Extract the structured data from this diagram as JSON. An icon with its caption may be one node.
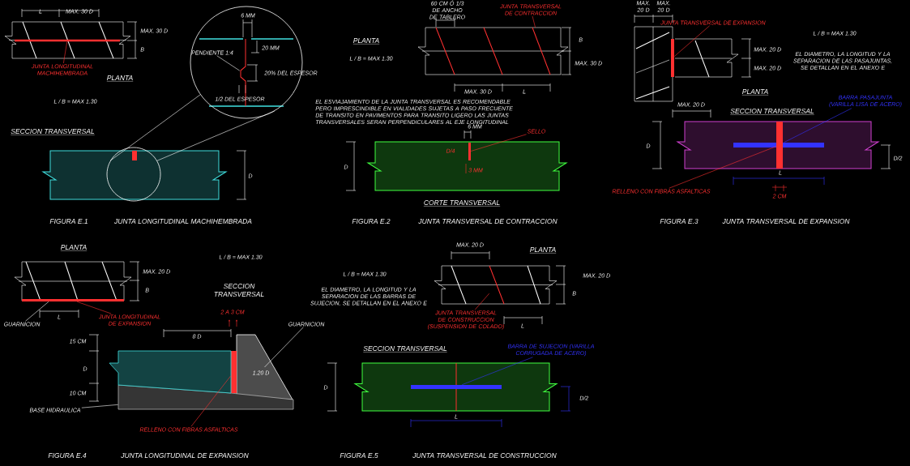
{
  "diagram": {
    "nodes": [
      {
        "text": [
          "JUNTA LONGITUDINAL MACHIHEMBRADA"
        ]
      },
      {
        "text": [
          "PENDIENTE 1:4"
        ],
        "in": 2
      },
      {
        "text": [],
        "shape": "circle"
      },
      {
        "text": [],
        "shape": "circle"
      },
      {
        "text": [
          "JUNTA TRANSVERSAL DE CONTRACCION"
        ]
      },
      {
        "text": [
          "SELLO"
        ]
      },
      {
        "text": [
          "JUNTA TRANSVERSAL DE EXPANSION"
        ]
      },
      {
        "text": [
          "BARRA PASAJUNTA (VARILLA LISA DE ACERO)"
        ]
      },
      {
        "text": [
          "RELLENO CON FIBRAS ASFALTICAS"
        ]
      },
      {
        "text": [
          "GUARNICION"
        ]
      },
      {
        "text": [
          "JUNTA LONGITUDINAL DE EXPANSION"
        ]
      },
      {
        "text": [
          "GUARNICION"
        ]
      },
      {
        "text": [
          "BASE HIDRAULICA"
        ]
      },
      {
        "text": [
          "RELLENO CON FIBRAS ASFALTICAS"
        ]
      },
      {
        "text": [
          "JUNTA TRANSVERSAL DE CONSTRUCCION (SUSPENSION DE COLADO)"
        ]
      },
      {
        "text": [
          "BARRA DE SUJECION (VARILLA CORRUGADA DE ACERO)"
        ]
      },
      {
        "text": [],
        "shape": "bar"
      },
      {
        "text": [],
        "shape": "bar",
        "in": 2
      },
      {
        "text": [],
        "shape": "bar"
      },
      {
        "text": [],
        "shape": "bar"
      },
      {
        "text": [],
        "shape": "bar"
      },
      {
        "text": [],
        "shape": "bar"
      },
      {
        "text": [],
        "shape": "bar"
      },
      {
        "text": [],
        "shape": "box"
      },
      {
        "text": [],
        "shape": "bar",
        "in": 23
      },
      {
        "text": [],
        "shape": "box"
      },
      {
        "text": [],
        "shape": "box"
      },
      {
        "text": [],
        "shape": "bar"
      },
      {
        "text": [],
        "shape": "bar"
      },
      {
        "text": [],
        "shape": "bar"
      },
      {
        "text": [],
        "shape": "box"
      }
    ],
    "edges": [
      {
        "from": 0,
        "to": 16,
        "arrow": "none"
      },
      {
        "from": 1,
        "to": 17,
        "arrow": "none",
        "color": "#ffffff"
      },
      {
        "from": 3,
        "to": 2,
        "arrow": "none",
        "color": "#ffffff"
      },
      {
        "from": 3,
        "to": 2,
        "arrow": "none",
        "color": "#ffffff"
      },
      {
        "from": 4,
        "to": 18,
        "arrow": "none"
      },
      {
        "from": 5,
        "to": 19,
        "arrow": "none"
      },
      {
        "from": 6,
        "to": 20,
        "arrow": "none"
      },
      {
        "from": 7,
        "to": 21,
        "arrow": "none",
        "color": "#3333ff"
      },
      {
        "from": 8,
        "to": 22,
        "arrow": "none"
      },
      {
        "from": 9,
        "to": 23,
        "arrow": "none",
        "color": "#ffffff"
      },
      {
        "from": 10,
        "to": 24,
        "arrow": "none"
      },
      {
        "from": 11,
        "to": 25,
        "arrow": "none",
        "color": "#ffffff"
      },
      {
        "from": 12,
        "to": 26,
        "arrow": "none",
        "color": "#ffffff"
      },
      {
        "from": 13,
        "to": 27,
        "arrow": "none"
      },
      {
        "from": 14,
        "to": 28,
        "arrow": "none"
      },
      {
        "from": 15,
        "to": 29,
        "arrow": "none",
        "color": "#3333ff"
      }
    ],
    "labels": [
      "L",
      "MAX. 30 D",
      "MAX. 30 D",
      "B",
      "6 MM",
      "20 MM",
      "20% DEL ESPESOR",
      "PLANTA",
      "1/2 DEL ESPESOR",
      "L / B = MAX 1.30",
      "SECCION TRANSVERSAL",
      "D",
      "FIGURA E.1",
      "JUNTA LONGITUDINAL MACHIHEMBRADA",
      "60 CM Ó 1/3 DE ANCHO DE TABLERO",
      "PLANTA",
      "B",
      "L / B = MAX 1.30",
      "MAX. 30 D",
      "MAX. 30 D",
      "L",
      "EL ESVIAJAMIENTO DE LA JUNTA TRANSVERSAL ES RECOMENDABLE PERO IMPRESCINDIBLE EN VIALIDADES SUJETAS A PASO FRECUENTE DE TRANSITO EN PAVIMENTOS PARA TRANSITO LIGERO LAS JUNTAS TRANSVERSALES SERAN PERPENDICULARES AL EJE LONGITUDINAL",
      "6 MM",
      "D/4",
      "D",
      "3 MM",
      "CORTE TRANSVERSAL",
      "FIGURA E.2",
      "JUNTA TRANSVERSAL DE CONTRACCION",
      "MAX. 20 D",
      "MAX. 20 D",
      "L / B = MAX 1.30",
      "MAX. 20 D",
      "EL DIAMETRO, LA LONGITUD Y LA SEPARACION DE LAS PASAJUNTAS, SE DETALLAN EN EL ANEXO E",
      "MAX. 20 D",
      "PLANTA",
      "MAX. 20 D",
      "SECCION TRANSVERSAL",
      "D",
      "D/2",
      "L",
      "2 CM",
      "FIGURA E.3",
      "JUNTA TRANSVERSAL DE EXPANSION",
      "PLANTA",
      "L / B = MAX 1.30",
      "MAX. 20 D",
      "B",
      "SECCION TRANSVERSAL",
      "L",
      "2 A 3 CM",
      "8 D",
      "15 CM",
      "1.20 D",
      "D",
      "10 CM",
      "FIGURA E.4",
      "JUNTA LONGITUDINAL DE EXPANSION",
      "MAX. 20 D",
      "PLANTA",
      "L / B = MAX 1.30",
      "MAX. 20 D",
      "EL DIAMETRO, LA LONGITUD Y LA SEPARACION DE LAS BARRAS DE SUJECION, SE DETALLAN EN EL ANEXO E",
      "B",
      "L",
      "SECCION TRANSVERSAL",
      "D",
      "D/2",
      "L",
      "FIGURA E.5",
      "JUNTA TRANSVERSAL DE CONSTRUCCION"
    ]
  }
}
